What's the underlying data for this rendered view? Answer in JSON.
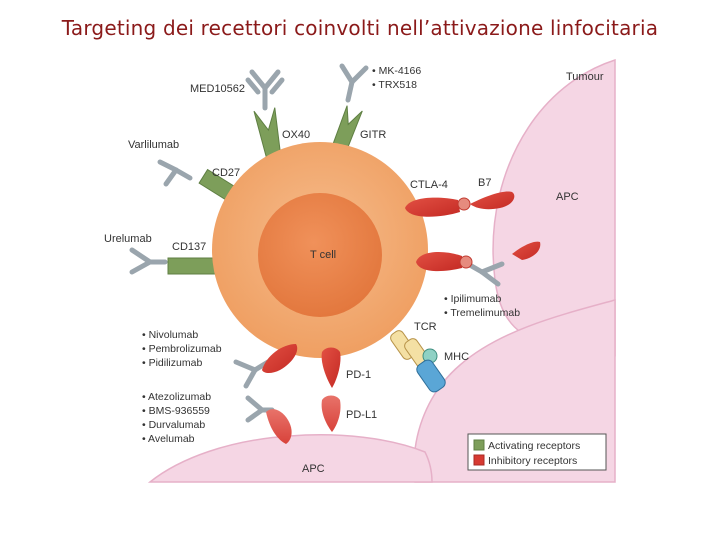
{
  "title": "Targeting dei recettori coinvolti nell’attivazione linfocitaria",
  "colors": {
    "title": "#8b1a1a",
    "activating": "#7d9e5a",
    "inhibitory": "#d73a32",
    "tcell_outer": "#f1a66d",
    "tcell_inner": "#e8834a",
    "apc": "#f5d6e4",
    "antibody": "#9aa5ad"
  },
  "labels": {
    "tumour": "Tumour",
    "apc_right": "APC",
    "apc_bottom": "APC",
    "tcell": "T cell",
    "ox40": "OX40",
    "gitr": "GITR",
    "cd27": "CD27",
    "cd137": "CD137",
    "ctla4": "CTLA-4",
    "b7": "B7",
    "tcr": "TCR",
    "mhc": "MHC",
    "pd1": "PD-1",
    "pdl1": "PD-L1"
  },
  "drugs": {
    "med10562": "MED10562",
    "varlilumab": "Varlilumab",
    "urelumab": "Urelumab",
    "gitr_list": [
      "• MK-4166",
      "• TRX518"
    ],
    "ctla4_list": [
      "• Ipilimumab",
      "• Tremelimumab"
    ],
    "pd1_list": [
      "• Nivolumab",
      "• Pembrolizumab",
      "• Pidilizumab"
    ],
    "pdl1_list": [
      "• Atezolizumab",
      "• BMS-936559",
      "• Durvalumab",
      "• Avelumab"
    ]
  },
  "legend": {
    "activating": "Activating receptors",
    "inhibitory": "Inhibitory receptors"
  }
}
